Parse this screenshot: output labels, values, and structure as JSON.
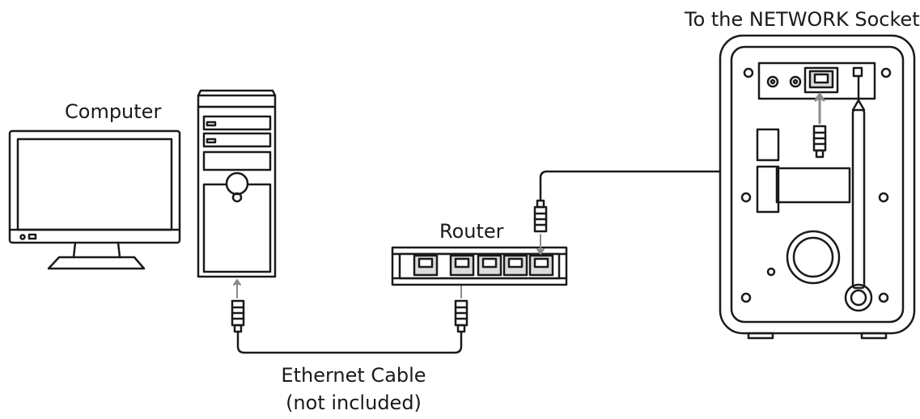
{
  "labels": {
    "computer": "Computer",
    "router": "Router",
    "network_socket": "To the NETWORK Socket",
    "cable": "Ethernet Cable",
    "cable_note": "(not included)"
  },
  "colors": {
    "line": "#1a1a1a",
    "device_fill": "#ffffff",
    "port_fill": "#dcdcdc",
    "arrow": "#8a8a8a"
  },
  "icons": [
    "monitor-icon",
    "pc-tower-icon",
    "router-icon",
    "radio-speaker-icon",
    "ethernet-plug-icon"
  ]
}
